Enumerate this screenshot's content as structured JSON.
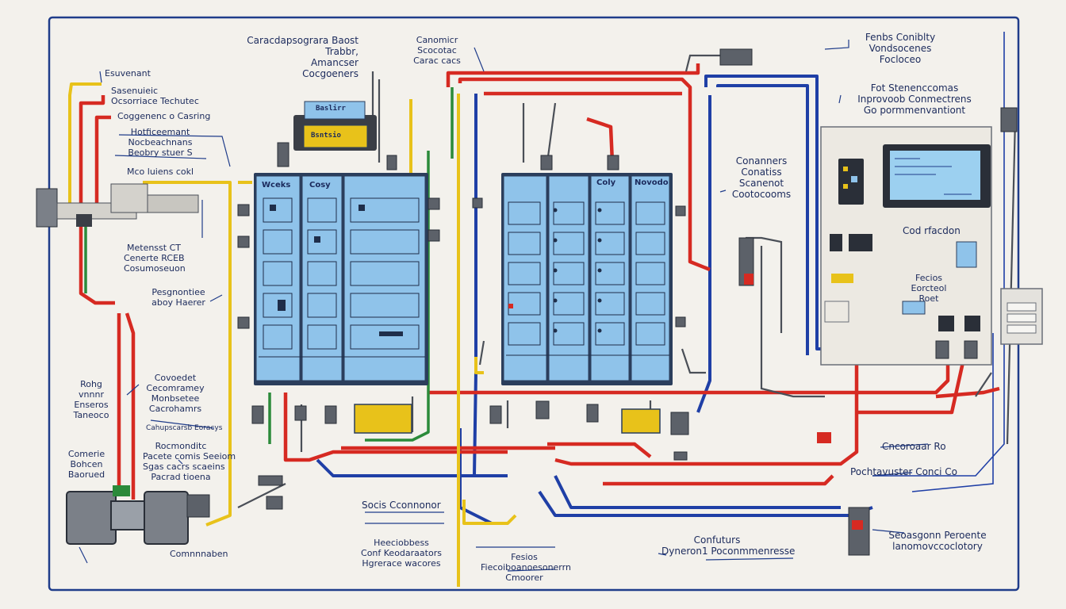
{
  "colors": {
    "frame": "#1f3c8a",
    "pipe_red": "#d62a22",
    "pipe_blue": "#1f3fa6",
    "pipe_yellow": "#e8c21a",
    "pipe_green": "#2b8a3a",
    "panel_fill": "#8fc3ea",
    "panel_stroke": "#2b3e5c",
    "cabinet": "#ece9e2",
    "screen": "#9cd0f0"
  },
  "labels": {
    "top_center": [
      "Caracdapsograra Baost",
      "Trabbr,",
      "Amancser",
      "Cocgoeners"
    ],
    "top_center2": [
      "Canomicr",
      "Scocotac",
      "Carac cacs"
    ],
    "top_right": [
      "Fenbs Coniblty",
      "Vondsocenes",
      "Focloceo"
    ],
    "right_upper": [
      "Fot Stenenccomas",
      "Inprovoob Conmectrens",
      "Go pormmenvantiont"
    ],
    "left_1": "Esuvenant",
    "left_2": [
      "Sasenuieic",
      "Ocsorriace Techutec"
    ],
    "left_3": "Coggenenc o Casring",
    "left_4": [
      "Hotficeemant",
      "Nocbeachnans",
      "Beobry stuer S"
    ],
    "left_5": "Mco luiens cokl",
    "left_6": [
      "Metensst CT",
      "Cenerte RCEB",
      "Cosumoseuon"
    ],
    "left_7": [
      "Pesgnontiee",
      "aboy Haerer"
    ],
    "left_8": [
      "Rohg",
      "vnnnr",
      "Enseros",
      "Taneoco"
    ],
    "left_9": [
      "Covoedet",
      "Cecomramey",
      "Monbsetee",
      "Cacrohamrs"
    ],
    "left_10": "Cahupscarsb Eoracys",
    "left_11": [
      "Rocmonditc",
      "Pacete comis Seeiom",
      "Sgas cacrs scaeins",
      "Pacrad tioena"
    ],
    "left_12": [
      "Comerie",
      "Bohcen",
      "Baorued"
    ],
    "left_13": "Comnnnaben",
    "mid_right": [
      "Conanners",
      "Conatiss",
      "Scanenot",
      "Cootocooms"
    ],
    "right_mid": "Cod rfacdon",
    "right_panel_lbl": [
      "Fecios",
      "Eorcteol",
      "Roet"
    ],
    "right_low1": "Cncoroaar Ro",
    "right_low2": "Pochtavuster Conci Co",
    "bottom_1": "Socis Cconnonor",
    "bottom_2": [
      "Heeciobbess",
      "Conf Keodaraators",
      "Hgrerace wacores"
    ],
    "bottom_3": [
      "Fesios",
      "Fiecoiboanoesonerrn",
      "Cmoorer"
    ],
    "bottom_4": [
      "Confuturs",
      "Dyneron1 Poconmmenresse"
    ],
    "bottom_5": [
      "Seoasgonn Peroente",
      "lanomovccoclotory"
    ]
  },
  "panel_headers": {
    "left": [
      "Wceks",
      "Cosy"
    ],
    "right": [
      "Coly",
      "Novodo"
    ]
  },
  "device_labels": {
    "yellow_box_1": "Baslirr",
    "yellow_box_2": "Bsntsio"
  }
}
